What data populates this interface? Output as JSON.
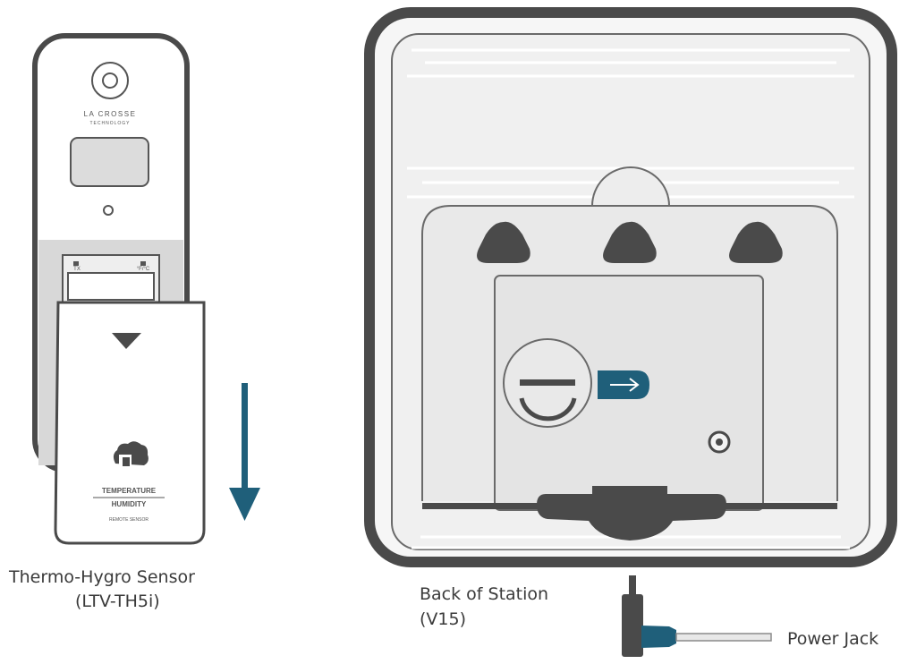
{
  "labels": {
    "sensor_name": "Thermo-Hygro Sensor",
    "sensor_model": "(LTV-TH5i)",
    "station_name": "Back of Station",
    "station_model": "(V15)",
    "power_jack": "Power Jack"
  },
  "sensor": {
    "brand": "LA CROSSE",
    "brand_sub": "TECHNOLOGY",
    "cover_line1": "TEMPERATURE",
    "cover_line2": "HUMIDITY",
    "cover_line3": "REMOTE SENSOR",
    "switch_left": "TX",
    "switch_right": "°F/°C"
  },
  "colors": {
    "outline": "#4a4a4a",
    "fill": "#f2f2f2",
    "panel": "#d9d9d9",
    "accent": "#1f5f7a"
  },
  "icons": [
    "down-arrow-icon",
    "right-arrow-icon",
    "cloud-temperature-icon",
    "slide-triangle-icon"
  ]
}
